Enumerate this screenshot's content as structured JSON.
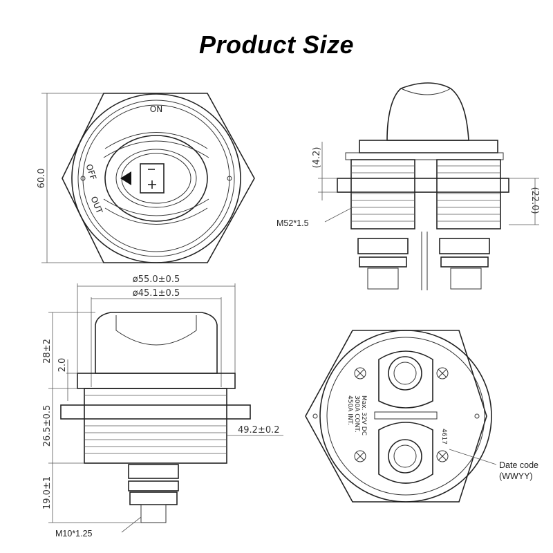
{
  "title": "Product Size",
  "top_view": {
    "label_on": "ON",
    "label_off": "OFF",
    "label_out": "OUT",
    "height_dim": "60.0"
  },
  "side_view_right": {
    "dim_a": "(4.2)",
    "dim_b": "(22.0)",
    "thread_label": "M52*1.5"
  },
  "front_view": {
    "dia_outer": "ø55.0±0.5",
    "dia_inner": "ø45.1±0.5",
    "dim_cap": "28±2",
    "dim_flange": "2.0",
    "dim_body": "26.5±0.5",
    "dim_width": "49.2±0.2",
    "dim_terminal": "19.0±1",
    "thread_label": "M10*1.25"
  },
  "bottom_view": {
    "rating_1": "Max. 32V DC",
    "rating_2": "300A CONT.",
    "rating_3": "450A INT.",
    "date_sample": "4617",
    "date_label": "Date code",
    "date_format": "(WWYY)"
  }
}
